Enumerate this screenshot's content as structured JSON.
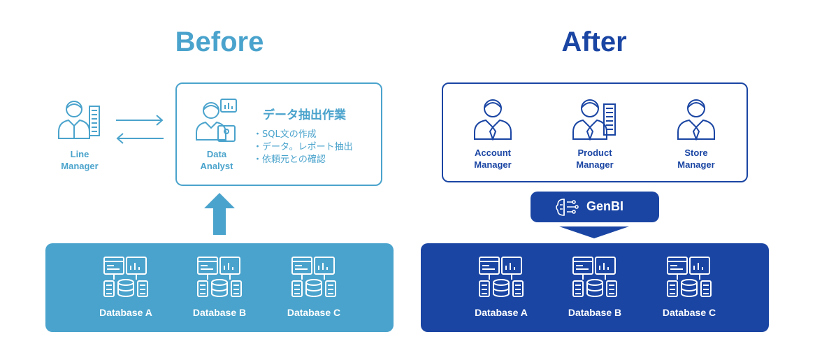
{
  "titles": {
    "before": "Before",
    "after": "After"
  },
  "before": {
    "line_manager": "Line\nManager",
    "data_analyst": "Data\nAnalyst",
    "task_title": "データ抽出作業",
    "tasks": [
      "SQL文の作成",
      "データ。レポート抽出",
      "依頼元との確認"
    ],
    "databases": [
      "Database A",
      "Database B",
      "Database C"
    ]
  },
  "after": {
    "managers": [
      "Account\nManager",
      "Product\nManager",
      "Store\nManager"
    ],
    "genbi_label": "GenBI",
    "databases": [
      "Database A",
      "Database B",
      "Database C"
    ]
  },
  "colors": {
    "before": "#4aa3cc",
    "after": "#1a45a3"
  }
}
